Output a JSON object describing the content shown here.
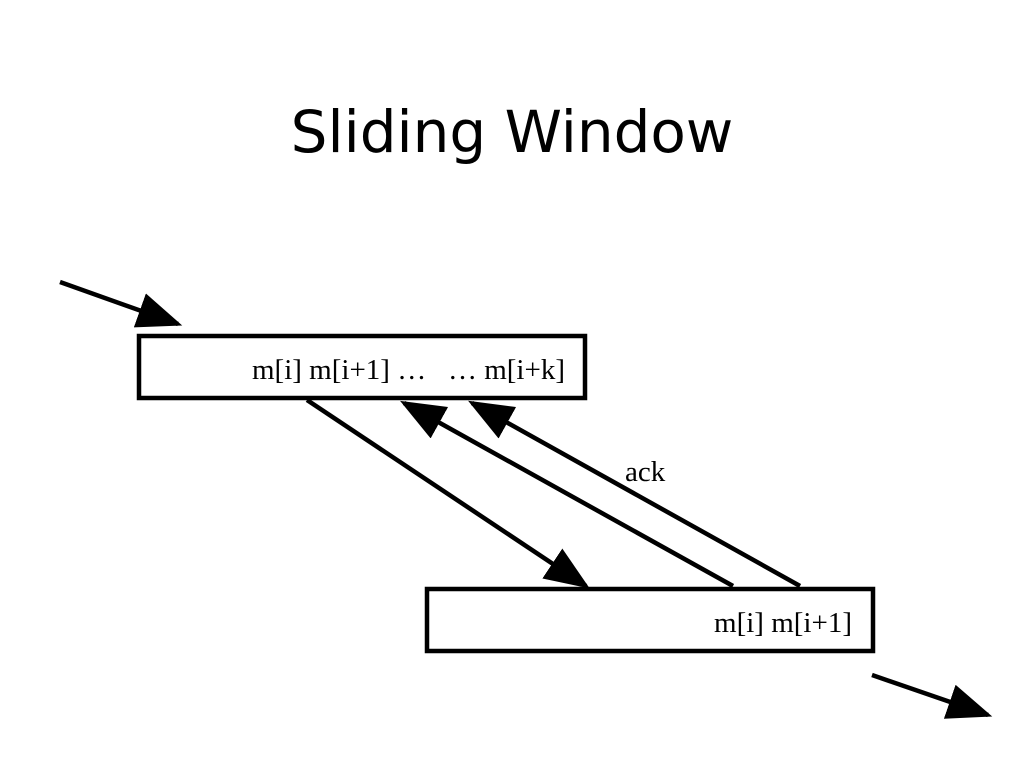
{
  "slide": {
    "title": "Sliding Window"
  },
  "diagram": {
    "sender_buffer": {
      "label": "m[i] m[i+1] …   … m[i+k]"
    },
    "receiver_buffer": {
      "label": "m[i] m[i+1]"
    },
    "ack_label": "ack",
    "colors": {
      "stroke": "#000000",
      "background": "#ffffff"
    }
  }
}
